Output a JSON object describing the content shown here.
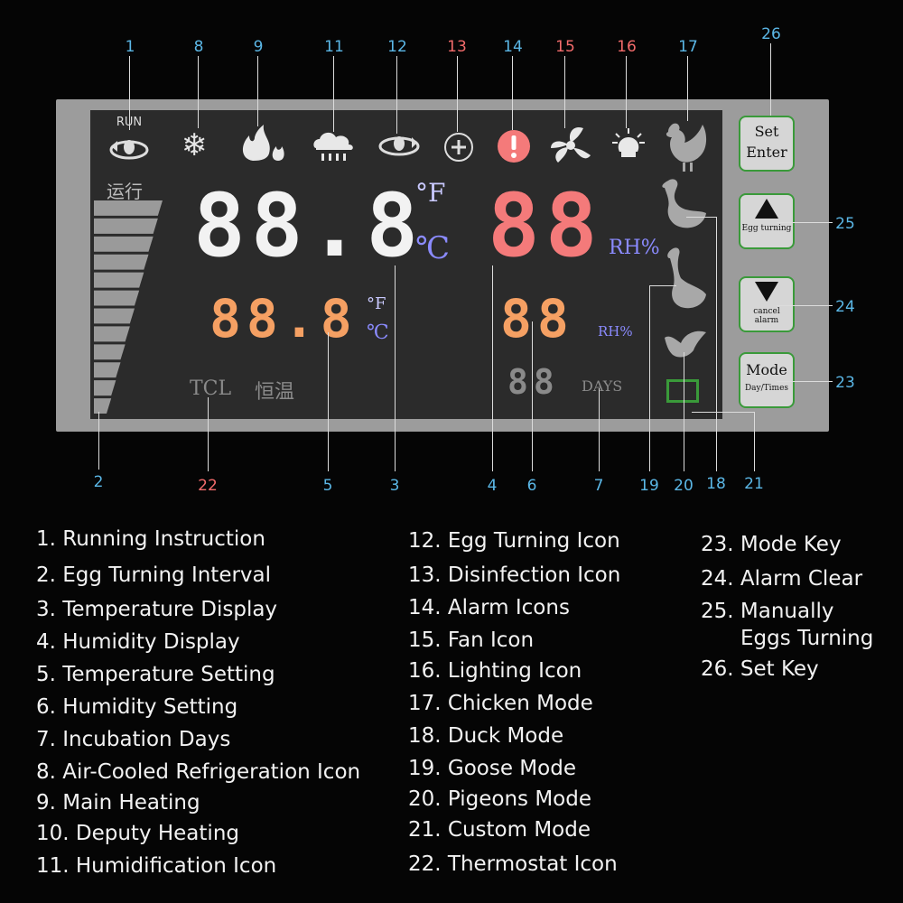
{
  "callout_numbers": {
    "n1": "1",
    "n2": "2",
    "n3": "3",
    "n4": "4",
    "n5": "5",
    "n6": "6",
    "n7": "7",
    "n8": "8",
    "n9": "9",
    "n11": "11",
    "n12": "12",
    "n13": "13",
    "n14": "14",
    "n15": "15",
    "n16": "16",
    "n17": "17",
    "n18": "18",
    "n19": "19",
    "n20": "20",
    "n21": "21",
    "n22": "22",
    "n23": "23",
    "n24": "24",
    "n25": "25",
    "n26": "26"
  },
  "lcd": {
    "run_label": "RUN",
    "run_cn": "运行",
    "temp_main": "88.8",
    "temp_set": "88.8",
    "humidity_main": "88",
    "humidity_set": "88",
    "days": "88",
    "unit_f": "°F",
    "unit_c": "℃",
    "unit_rh": "RH%",
    "days_label": "DAYS",
    "tcl_label": "TCL",
    "thermostat_cn": "恒温",
    "egg_turning_bars": 12
  },
  "keys": {
    "set_label": "Set",
    "enter_label": "Enter",
    "up_sub": "Egg turning",
    "down_sub": "cancel alarm",
    "mode_label": "Mode",
    "mode_sub": "Day/Times"
  },
  "icons": {
    "run": "egg-turning-run-icon",
    "snowflake": "snowflake-icon",
    "heating": "flame-icon",
    "humidify": "rain-cloud-icon",
    "egg_turning": "egg-turning-icon",
    "disinfection": "plus-circle-icon",
    "alarm": "alarm-icon",
    "fan": "fan-icon",
    "lighting": "lightbulb-icon",
    "chicken": "chicken-icon",
    "duck": "duck-icon",
    "goose": "goose-icon",
    "pigeon": "pigeon-icon"
  },
  "colors": {
    "temp_main": "#f2f2f2",
    "temp_set": "#f5a063",
    "humidity_main": "#f47a7a",
    "humidity_set": "#f5a063",
    "units": "#8b8bff",
    "callout_blue": "#5bb7e6",
    "callout_red": "#f26b6b",
    "key_border": "#3a9a3a"
  },
  "legend": {
    "col1": [
      "1. Running Instruction",
      "2. Egg Turning Interval",
      "3. Temperature Display",
      "4. Humidity Display",
      "5. Temperature Setting",
      "6. Humidity Setting",
      "7. Incubation Days",
      "8. Air-Cooled Refrigeration Icon",
      "9. Main Heating",
      "10. Deputy Heating",
      "11. Humidification Icon"
    ],
    "col2": [
      "12. Egg Turning Icon",
      "13. Disinfection Icon",
      "14. Alarm Icons",
      "15. Fan Icon",
      "16. Lighting Icon",
      "17. Chicken Mode",
      "18. Duck Mode",
      "19. Goose Mode",
      "20. Pigeons Mode",
      "21. Custom Mode",
      "22. Thermostat Icon"
    ],
    "col3": [
      "23. Mode Key",
      "24. Alarm Clear",
      "25. Manually",
      "Eggs Turning",
      "26. Set Key"
    ]
  }
}
